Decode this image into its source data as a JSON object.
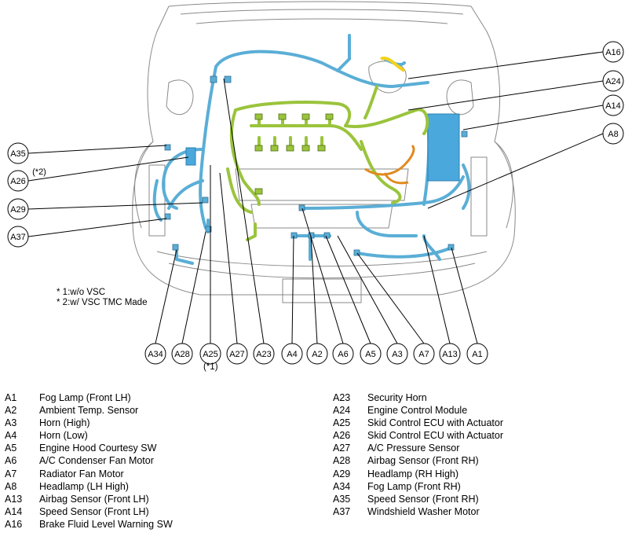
{
  "notes": [
    "* 1:w/o VSC",
    "* 2:w/ VSC TMC Made"
  ],
  "callouts": {
    "A1": "A1",
    "A2": "A2",
    "A3": "A3",
    "A4": "A4",
    "A5": "A5",
    "A6": "A6",
    "A7": "A7",
    "A8": "A8",
    "A13": "A13",
    "A14": "A14",
    "A16": "A16",
    "A23": "A23",
    "A24": "A24",
    "A25": "A25",
    "A26": "A26",
    "A27": "A27",
    "A28": "A28",
    "A29": "A29",
    "A34": "A34",
    "A35": "A35",
    "A37": "A37"
  },
  "callout_notes": {
    "A25": "(*1)",
    "A26": "(*2)"
  },
  "legend_left": [
    {
      "code": "A1",
      "name": "Fog Lamp (Front LH)"
    },
    {
      "code": "A2",
      "name": "Ambient Temp. Sensor"
    },
    {
      "code": "A3",
      "name": "Horn (High)"
    },
    {
      "code": "A4",
      "name": "Horn (Low)"
    },
    {
      "code": "A5",
      "name": "Engine Hood Courtesy SW"
    },
    {
      "code": "A6",
      "name": "A/C Condenser Fan Motor"
    },
    {
      "code": "A7",
      "name": "Radiator Fan Motor"
    },
    {
      "code": "A8",
      "name": "Headlamp (LH High)"
    },
    {
      "code": "A13",
      "name": "Airbag Sensor (Front LH)"
    },
    {
      "code": "A14",
      "name": "Speed Sensor (Front LH)"
    },
    {
      "code": "A16",
      "name": "Brake Fluid Level Warning SW"
    }
  ],
  "legend_right": [
    {
      "code": "A23",
      "name": "Security Horn"
    },
    {
      "code": "A24",
      "name": "Engine Control Module"
    },
    {
      "code": "A25",
      "name": "Skid Control ECU with Actuator"
    },
    {
      "code": "A26",
      "name": "Skid Control ECU with Actuator"
    },
    {
      "code": "A27",
      "name": "A/C Pressure Sensor"
    },
    {
      "code": "A28",
      "name": "Airbag Sensor (Front RH)"
    },
    {
      "code": "A29",
      "name": "Headlamp (RH High)"
    },
    {
      "code": "A34",
      "name": "Fog Lamp (Front RH)"
    },
    {
      "code": "A35",
      "name": "Speed Sensor (Front RH)"
    },
    {
      "code": "A37",
      "name": "Windshield Washer Motor"
    }
  ],
  "colors": {
    "harness_blue": "#5aaed6",
    "harness_green": "#9ac43c",
    "harness_orange": "#e08a1e",
    "harness_yellow": "#f2d21a",
    "ecu_blue": "#4aa8dc",
    "outline": "#8a8a8a"
  }
}
